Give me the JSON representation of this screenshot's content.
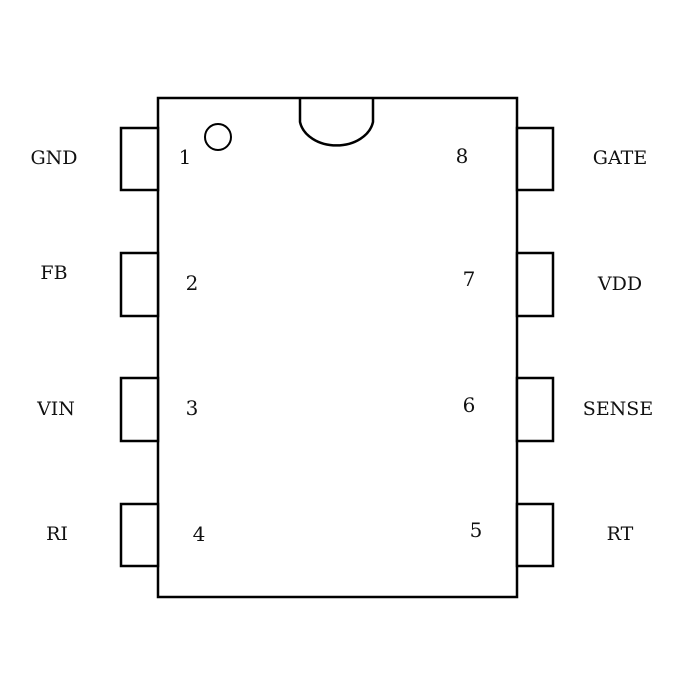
{
  "chip": {
    "left_pins": [
      {
        "number": "1",
        "label": "GND"
      },
      {
        "number": "2",
        "label": "FB"
      },
      {
        "number": "3",
        "label": "VIN"
      },
      {
        "number": "4",
        "label": "RI"
      }
    ],
    "right_pins": [
      {
        "number": "8",
        "label": "GATE"
      },
      {
        "number": "7",
        "label": "VDD"
      },
      {
        "number": "6",
        "label": "SENSE"
      },
      {
        "number": "5",
        "label": "RT"
      }
    ]
  }
}
